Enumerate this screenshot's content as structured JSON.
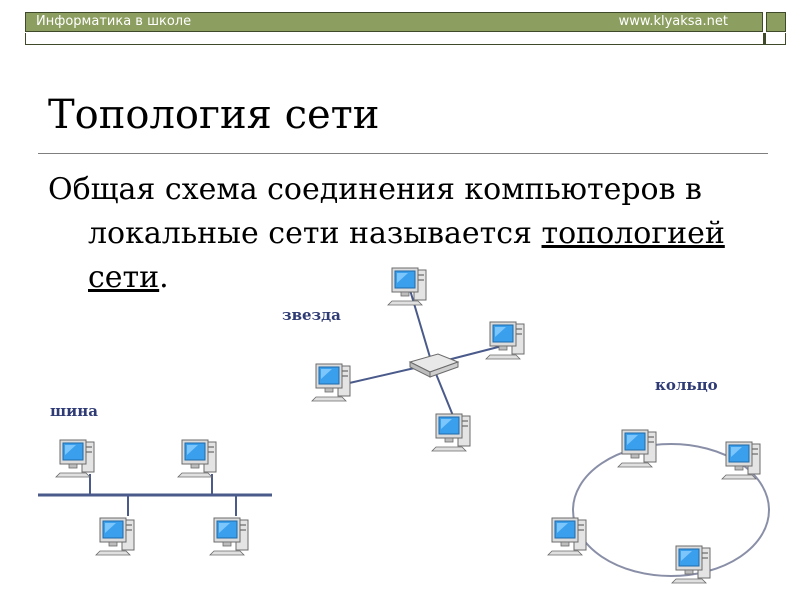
{
  "header": {
    "left_text": "Информатика в школе",
    "right_text": "www.klyaksa.net"
  },
  "slide": {
    "title": "Топология сети",
    "body_line1": "Общая схема соединения компьютеров в",
    "body_line2_plain": "локальные сети называется ",
    "body_line2_underlined": "топологией",
    "body_line3_underlined": "сети",
    "body_line3_tail": "."
  },
  "diagram": {
    "labels": {
      "star": "звезда",
      "bus": "шина",
      "ring": "кольцо"
    },
    "colors": {
      "line": "#4a5a8a",
      "screen": "#3aa0ee",
      "case": "#d9d9d9",
      "ring": "#8a8fa8"
    },
    "icons": {
      "computer": "computer-icon",
      "hub": "network-hub-icon"
    }
  }
}
